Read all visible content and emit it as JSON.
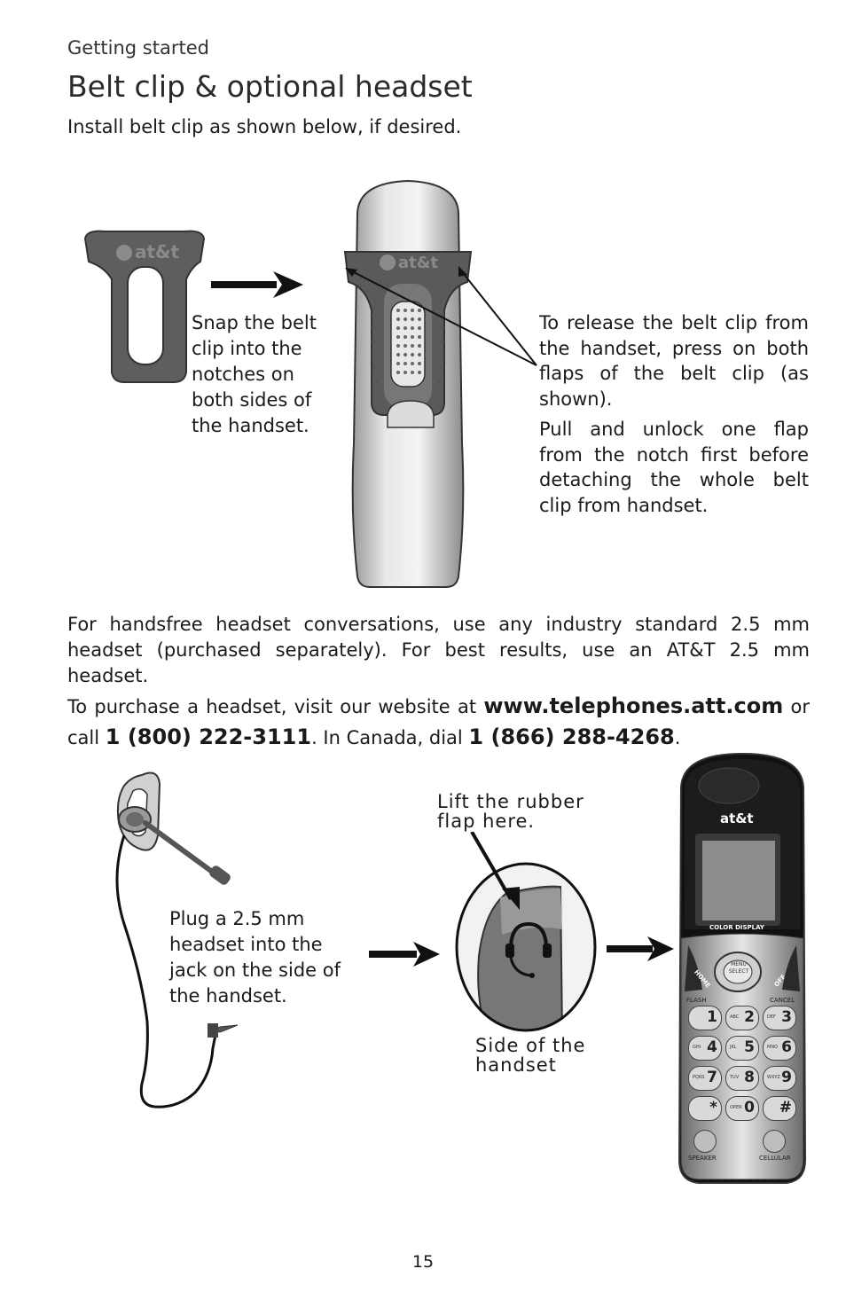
{
  "header": {
    "section": "Getting started",
    "title": "Belt clip & optional headset",
    "intro": "Install belt clip as shown below, if desired."
  },
  "belt_clip": {
    "snap_text": "Snap the belt clip into the notches on both sides of the handset.",
    "release_p1": "To release the belt clip from the handset, press on both flaps of the belt clip (as shown).",
    "release_p2": "Pull and unlock one flap from the notch first before detaching the whole belt clip from handset.",
    "logo": "at&t"
  },
  "headset_para": {
    "line1": "For handsfree headset conversations, use any industry standard 2.5 mm",
    "line2": "headset (purchased separately). For best results, use an AT&T 2.5 mm headset.",
    "line3_pre": "To purchase a headset, visit our website at ",
    "website": "www.telephones.att.com",
    "line3_post": " or",
    "line4_pre": "call ",
    "phone_us": "1 (800) 222-3111",
    "line4_mid": ". In Canada, dial ",
    "phone_ca": "1 (866) 288-4268",
    "line4_post": "."
  },
  "headset_diagram": {
    "plug_text": "Plug a 2.5 mm headset into the jack on the side of the handset.",
    "lift_text": "Lift the rubber flap here.",
    "side_text": "Side of the handset"
  },
  "phone": {
    "logo": "at&t",
    "display_label": "COLOR DISPLAY",
    "menu_label": "MENU SELECT",
    "home_label": "HOME",
    "off_label": "OFF",
    "flash_label": "FLASH",
    "cancel_label": "CANCEL",
    "speaker_label": "SPEAKER",
    "cellular_label": "CELLULAR",
    "keys": [
      {
        "digit": "1",
        "letters": ""
      },
      {
        "digit": "2",
        "letters": "ABC"
      },
      {
        "digit": "3",
        "letters": "DEF"
      },
      {
        "digit": "4",
        "letters": "GHI"
      },
      {
        "digit": "5",
        "letters": "JKL"
      },
      {
        "digit": "6",
        "letters": "MNO"
      },
      {
        "digit": "7",
        "letters": "PQRS"
      },
      {
        "digit": "8",
        "letters": "TUV"
      },
      {
        "digit": "9",
        "letters": "WXYZ"
      },
      {
        "digit": "*",
        "letters": ""
      },
      {
        "digit": "0",
        "letters": "OPER"
      },
      {
        "digit": "#",
        "letters": ""
      }
    ]
  },
  "footer": {
    "page_number": "15"
  }
}
